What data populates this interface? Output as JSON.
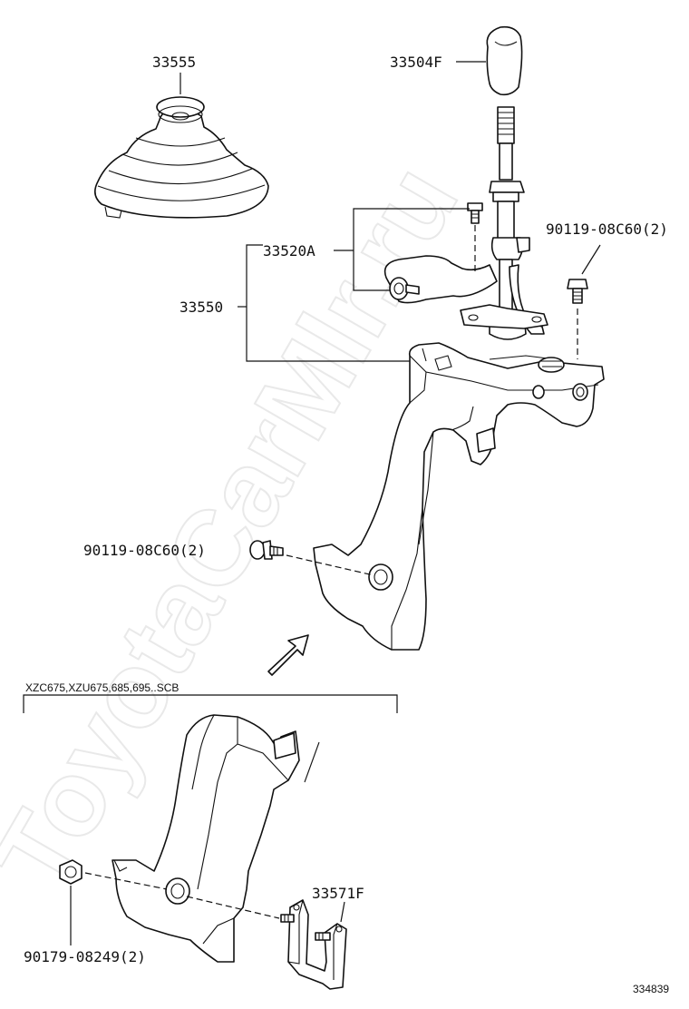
{
  "watermark": "ToyotaCarMlr.ru",
  "callouts": {
    "boot": "33555",
    "knob": "33504F",
    "bolt_upper_right": "90119-08C60(2)",
    "lever_sub": "33520A",
    "shift_assembly": "33550",
    "bolt_left": "90119-08C60(2)",
    "variant_note": "XZC675,XZU675,685,695..SCB",
    "bracket": "33571F",
    "nut": "90179-08249(2)"
  },
  "diagram_id": "334839"
}
